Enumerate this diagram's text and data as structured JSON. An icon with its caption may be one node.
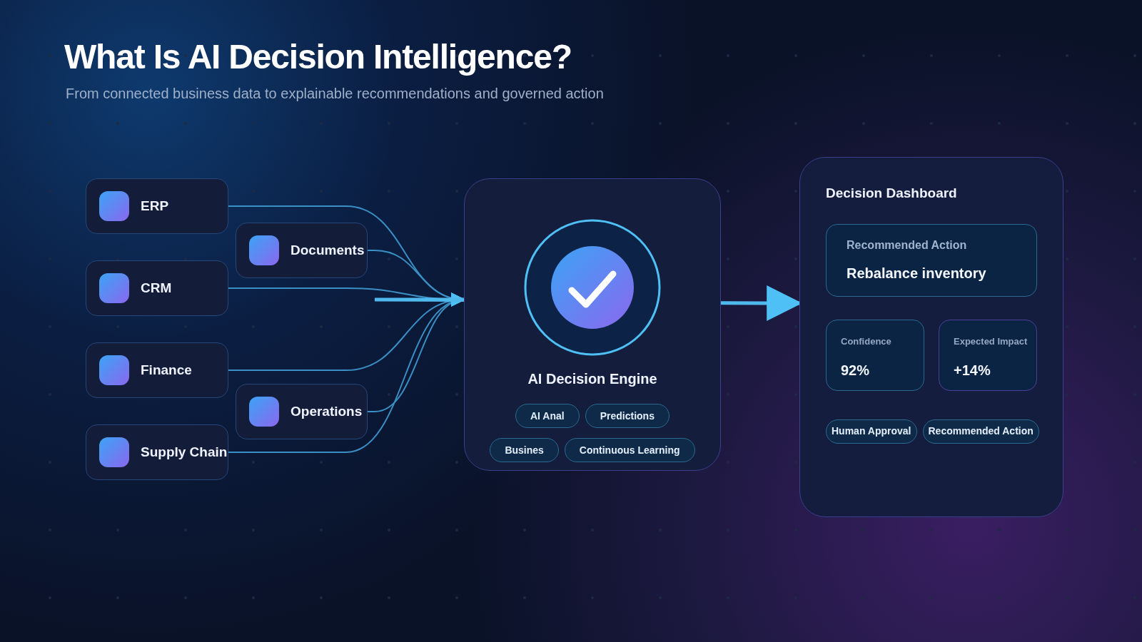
{
  "diagram": {
    "title": "What Is AI Decision Intelligence?",
    "nodes": [
      {
        "text": [
          "ERP"
        ]
      },
      {
        "text": [
          "Documents"
        ]
      },
      {
        "text": [
          "CRM"
        ]
      },
      {
        "text": [
          "Finance"
        ]
      },
      {
        "text": [
          "Operations"
        ]
      },
      {
        "text": [
          "Supply Chain"
        ]
      },
      {
        "text": [
          "AI Decision Engine"
        ]
      },
      {
        "text": [
          "AI Anal"
        ],
        "in": 6
      },
      {
        "text": [
          "Predictions"
        ],
        "in": 6
      },
      {
        "text": [
          "Busines"
        ],
        "in": 6
      },
      {
        "text": [
          "Continuous Learning"
        ],
        "in": 6
      },
      {
        "text": [
          "Decision Dashboard"
        ]
      },
      {
        "text": [
          "Recommended Action",
          "Rebalance inventory"
        ],
        "in": 11
      },
      {
        "text": [
          "Confidence",
          "92%"
        ],
        "in": 11
      },
      {
        "text": [
          "Expected Impact",
          "+14%"
        ],
        "in": 11
      },
      {
        "text": [
          "Human Approval"
        ],
        "in": 11
      },
      {
        "text": [
          "Recommended Action"
        ],
        "in": 11
      }
    ],
    "edges": [
      {
        "from": 0,
        "to": 6,
        "arrow": "to"
      },
      {
        "from": 1,
        "to": 6,
        "arrow": "to"
      },
      {
        "from": 2,
        "to": 6,
        "arrow": "to"
      },
      {
        "from": 3,
        "to": 6,
        "arrow": "to"
      },
      {
        "from": 4,
        "to": 6,
        "arrow": "to"
      },
      {
        "from": 5,
        "to": 6,
        "arrow": "to"
      },
      {
        "from": 6,
        "to": 11,
        "arrow": "to",
        "style": "thick"
      }
    ],
    "labels": [
      "From connected business data to explainable recommendations and governed action"
    ]
  }
}
